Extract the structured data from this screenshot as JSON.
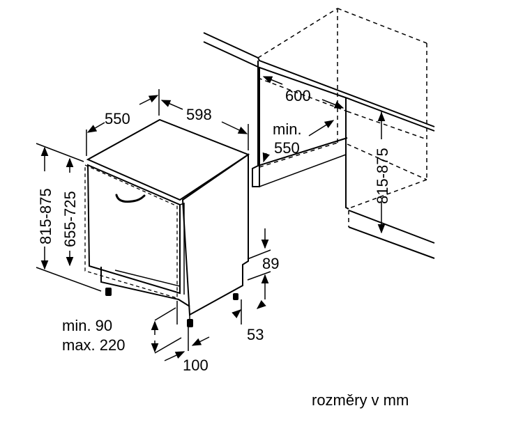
{
  "diagram": {
    "units_caption": "rozměry v mm",
    "appliance": {
      "depth_label": "550",
      "width_label": "598",
      "height_label": "815-875",
      "body_height_label": "655-725",
      "plinth_recess_label": "89",
      "foot_label": "53",
      "plinth_range_line1": "min. 90",
      "plinth_range_line2": "max. 220",
      "side_gap_label": "100"
    },
    "niche": {
      "width_label": "600",
      "depth_line1": "min.",
      "depth_line2": "550",
      "height_label": "815-875"
    }
  }
}
